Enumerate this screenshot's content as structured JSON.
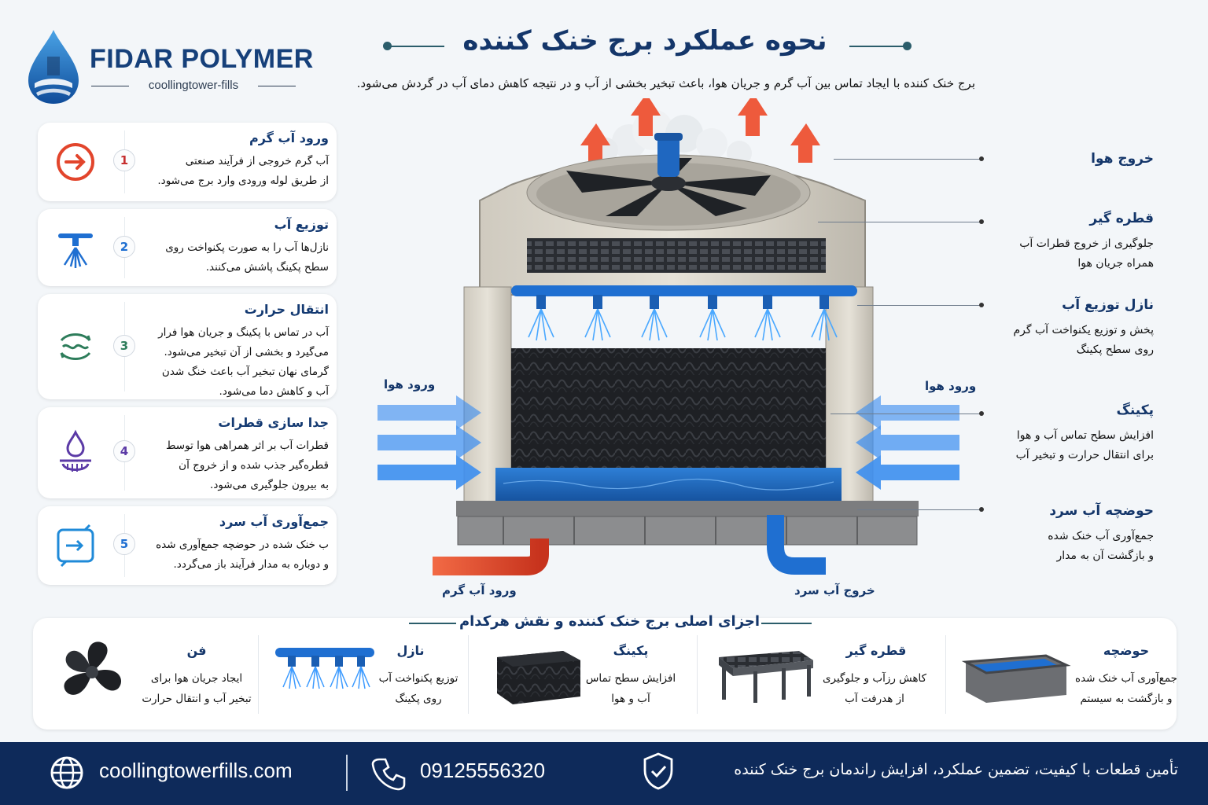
{
  "brand": {
    "name": "FIDAR POLYMER",
    "tagline": "coollingtower-fills"
  },
  "header": {
    "title": "نحوه عملکرد برج خنک کننده",
    "subtitle": "برج خنک کننده با ایجاد تماس بین آب گرم و جریان هوا، باعث تبخیر بخشی از آب و در نتیجه کاهش دمای آب در گردش می‌شود."
  },
  "steps": [
    {
      "num": "1",
      "title": "ورود آب گرم",
      "lines": [
        "آب گرم خروجی از فرآیند صنعتی",
        "از طریق لوله ورودی وارد برج می‌شود."
      ],
      "icon": "arrow-circle-icon"
    },
    {
      "num": "2",
      "title": "توزیع آب",
      "lines": [
        "نازل‌ها آب را به صورت پکنواخت روی",
        "سطح پکینگ پاشش می‌کنند."
      ],
      "icon": "spray-nozzle-icon"
    },
    {
      "num": "3",
      "title": "انتقال حرارت",
      "lines": [
        "آب در تماس با پکینگ و جریان هوا فرار",
        "می‌گیرد و بخشی از آن تبخیر می‌شود.",
        "گرمای نهان تبخیر آب باعث خنگ شدن",
        "آب و کاهش دما می‌شود."
      ],
      "icon": "heat-transfer-icon"
    },
    {
      "num": "4",
      "title": "جدا سازی قطرات",
      "lines": [
        "قطرات آب بر اثر همراهی هوا توسط",
        "قطره‌گیر جذب شده و از خروج آن",
        "به بیرون جلوگیری می‌شود."
      ],
      "icon": "droplet-filter-icon"
    },
    {
      "num": "5",
      "title": "جمع‌آوری آب سرد",
      "lines": [
        "ب خنک شده در حوضچه جمع‌آوری شده",
        "و دوباره به مدار فرآیند باز می‌گردد."
      ],
      "icon": "collect-return-icon"
    }
  ],
  "parts": [
    {
      "title": "خروج هوا",
      "lines": []
    },
    {
      "title": "قطره گیر",
      "lines": [
        "جلوگیری از خروج قطرات آب",
        "همراه جریان هوا"
      ]
    },
    {
      "title": "نازل توزیع آب",
      "lines": [
        "پخش و توزیع یکنواخت آب گرم",
        "روی سطح پکینگ"
      ]
    },
    {
      "title": "پکینگ",
      "lines": [
        "افزایش سطح تماس آب و هوا",
        "برای انتقال حرارت و تبخیر آب"
      ]
    },
    {
      "title": "حوضچه آب سرد",
      "lines": [
        "جمع‌آوری آب خنک شده",
        "و بازگشت آن به مدار"
      ]
    }
  ],
  "diagram": {
    "air_in_left": "ورود هوا",
    "air_in_right": "ورود هوا",
    "hot_in": "ورود آب گرم",
    "cold_out": "خروج آب سرد"
  },
  "components": {
    "title": "اجزای اصلی برج خنک کننده و نقش هرکدام",
    "items": [
      {
        "title": "فن",
        "lines": [
          "ایجاد جریان هوا برای",
          "تبخیر آب و انتقال حرارت"
        ]
      },
      {
        "title": "نازل",
        "lines": [
          "توزیع پکنواخت آب",
          "روی پکینگ"
        ]
      },
      {
        "title": "پکینگ",
        "lines": [
          "افزایش سطح تماس",
          "آب و هوا"
        ]
      },
      {
        "title": "قطره گیر",
        "lines": [
          "کاهش رزآب و جلوگیری",
          "از هدرفت آب"
        ]
      },
      {
        "title": "حوضچه",
        "lines": [
          "جمع‌آوری آب خنک شده",
          "و بازگشت به سیستم"
        ]
      }
    ]
  },
  "footer": {
    "website": "coollingtowerfills.com",
    "phone": "09125556320",
    "slogan": "تأمین قطعات با کیفیت، تضمین عملکرد، افزایش راندمان برج خنک کننده"
  },
  "colors": {
    "navy": "#0e2a5a",
    "blue": "#1f6fd1",
    "hot": "#e2452c"
  }
}
